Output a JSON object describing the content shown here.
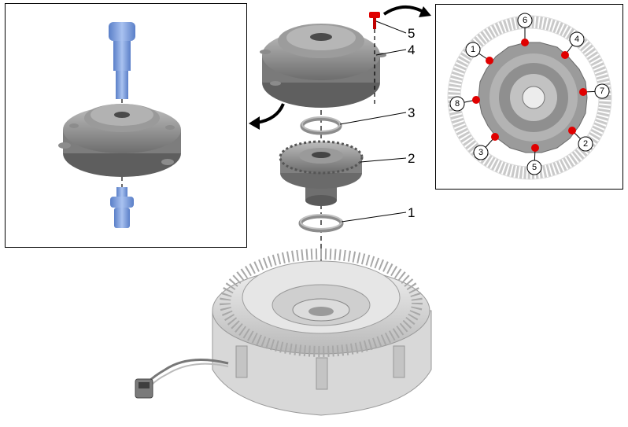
{
  "main_callouts": [
    {
      "id": "5",
      "label": "5"
    },
    {
      "id": "4",
      "label": "4"
    },
    {
      "id": "3",
      "label": "3"
    },
    {
      "id": "2",
      "label": "2"
    },
    {
      "id": "1",
      "label": "1"
    }
  ],
  "tightening_sequence": [
    "1",
    "2",
    "3",
    "4",
    "5",
    "6",
    "7",
    "8"
  ],
  "colors": {
    "bolt_highlight": "#e00000",
    "tool_blue": "#7b9fe0",
    "part_grey": "#8a8a8a",
    "frame": "#000000"
  },
  "icons": [
    "curved-arrow-icon",
    "bolt-icon",
    "tool-icon"
  ]
}
